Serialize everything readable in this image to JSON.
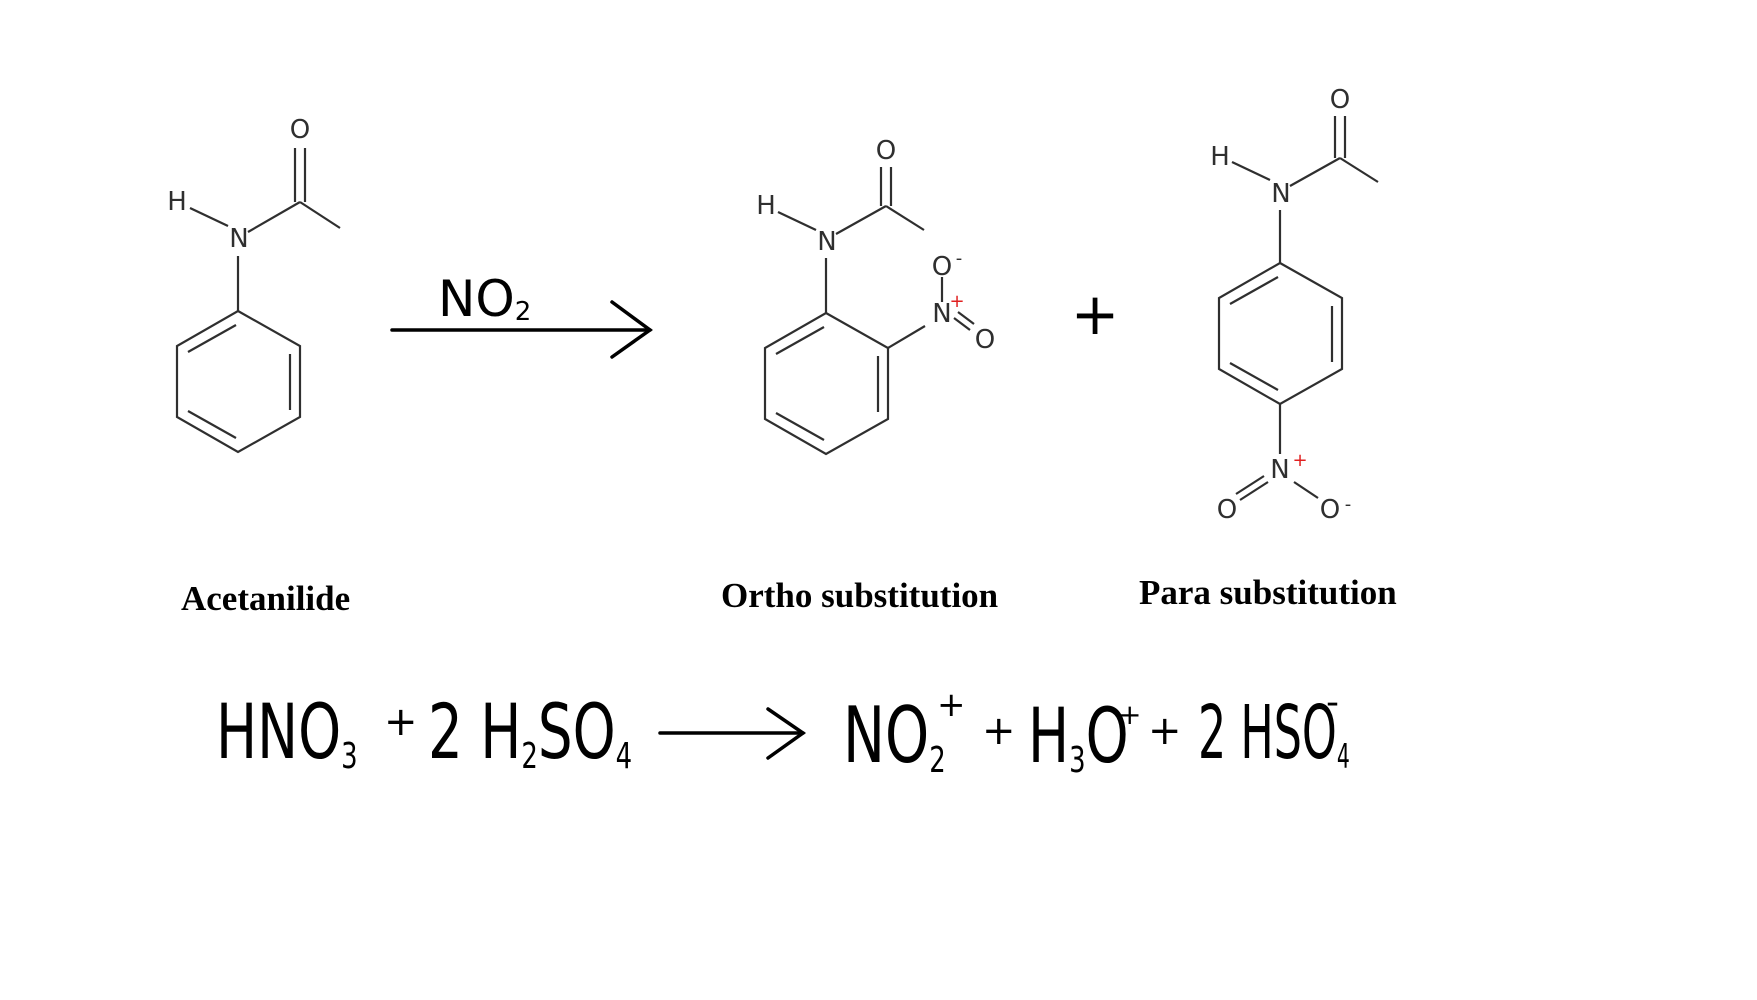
{
  "labels": {
    "acetanilide": "Acetanilide",
    "ortho": "Ortho substitution",
    "para": "Para substitution"
  },
  "atoms": {
    "H": "H",
    "N": "N",
    "O": "O",
    "plus_charge": "+",
    "minus_charge": "-"
  },
  "arrow1": {
    "reagent_base": "NO",
    "reagent_sub": "2"
  },
  "plus_sign": "+",
  "equation": {
    "t1": "HNO",
    "t1_sub": "3",
    "plus1": "+",
    "t2": "2 H",
    "t2_sub": "2",
    "t2b": "SO",
    "t2b_sub": "4",
    "p1": "NO",
    "p1_sub": "2",
    "p1_sup": "+",
    "plus2": "+",
    "p2": "H",
    "p2_sub": "3",
    "p2b": "O",
    "p2_sup": "+",
    "plus3": "+",
    "p3": "2 HSO",
    "p3_sub": "4",
    "p3_sup": "-"
  },
  "colors": {
    "ink": "#000000",
    "bond": "#2f2f2f",
    "charge": "#e02020"
  }
}
